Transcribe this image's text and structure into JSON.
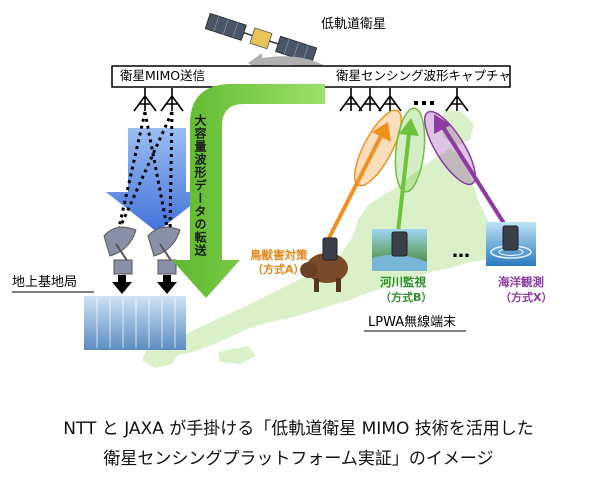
{
  "satellite": {
    "label": "低軌道衛星"
  },
  "bar": {
    "left_label": "衛星MIMO送信",
    "right_label": "衛星センシング波形キャプチャ"
  },
  "transfer_label": "大容量波形データの転送",
  "ground_station_label": "地上基地局",
  "terminals": {
    "bird": {
      "title": "鳥獣害対策",
      "method": "（方式A）"
    },
    "river": {
      "title": "河川監視",
      "method": "（方式B）"
    },
    "ocean": {
      "title": "海洋観測",
      "method": "（方式X）"
    },
    "ellipsis": "…",
    "group_label": "LPWA無線端末"
  },
  "caption": {
    "line1": "NTT と JAXA が手掛ける「低軌道衛星 MIMO 技術を活用した",
    "line2": "衛星センシングプラットフォーム実証」のイメージ"
  },
  "colors": {
    "bird": "#f0901e",
    "river": "#6cc23a",
    "ocean": "#8e3aa2",
    "transfer_arrow": "#7ac943",
    "mimo_arrow": "#3a6fd8",
    "land": "#d9f0c8"
  }
}
